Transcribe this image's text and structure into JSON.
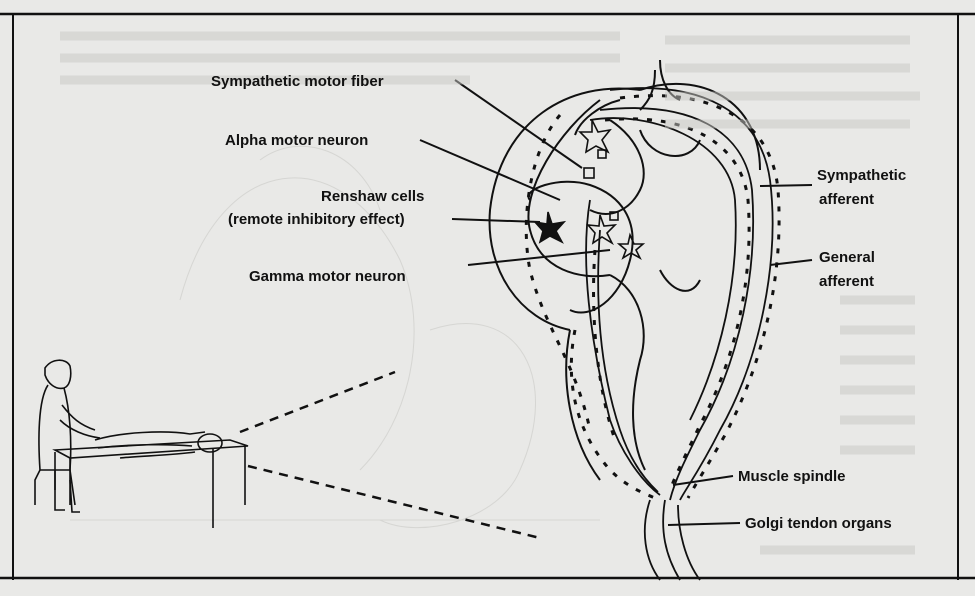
{
  "labels": {
    "sympathetic_motor_fiber": "Sympathetic motor fiber",
    "alpha_motor_neuron": "Alpha motor neuron",
    "renshaw_line1": "Renshaw cells",
    "renshaw_line2": "(remote inhibitory effect)",
    "gamma_motor_neuron": "Gamma motor neuron",
    "sympathetic_afferent_line1": "Sympathetic",
    "sympathetic_afferent_line2": "afferent",
    "general_afferent_line1": "General",
    "general_afferent_line2": "afferent",
    "muscle_spindle": "Muscle spindle",
    "golgi_tendon_organs": "Golgi tendon organs"
  },
  "colors": {
    "paper": "#e9e9e7",
    "ink": "#111111",
    "bleed_text": "#b9b9b5"
  }
}
